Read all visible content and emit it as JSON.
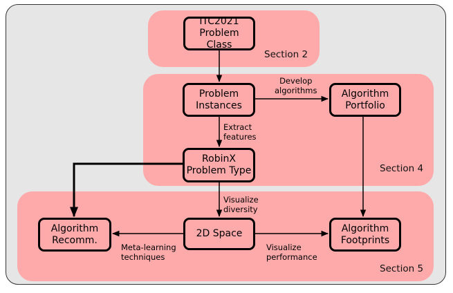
{
  "sections": {
    "s2": "Section 2",
    "s4": "Section 4",
    "s5": "Section 5"
  },
  "nodes": {
    "itc": {
      "line1": "ITC2021",
      "line2": "Problem Class"
    },
    "instances": {
      "line1": "Problem",
      "line2": "Instances"
    },
    "portfolio": {
      "line1": "Algorithm",
      "line2": "Portfolio"
    },
    "robinx": {
      "line1": "RobinX",
      "line2": "Problem Type"
    },
    "recomm": {
      "line1": "Algorithm",
      "line2": "Recomm."
    },
    "space": {
      "line1": "2D Space"
    },
    "footprints": {
      "line1": "Algorithm",
      "line2": "Footprints"
    }
  },
  "edge_labels": {
    "develop": {
      "line1": "Develop",
      "line2": "algorithms"
    },
    "extract": {
      "line1": "Extract",
      "line2": "features"
    },
    "diversity": {
      "line1": "Visualize",
      "line2": "diversity"
    },
    "meta": {
      "line1": "Meta-learning",
      "line2": "techniques"
    },
    "performance": {
      "line1": "Visualize",
      "line2": "performance"
    }
  },
  "colors": {
    "background": "#e6e6e6",
    "section_fill": "#ffaaaa",
    "border": "#000000"
  }
}
